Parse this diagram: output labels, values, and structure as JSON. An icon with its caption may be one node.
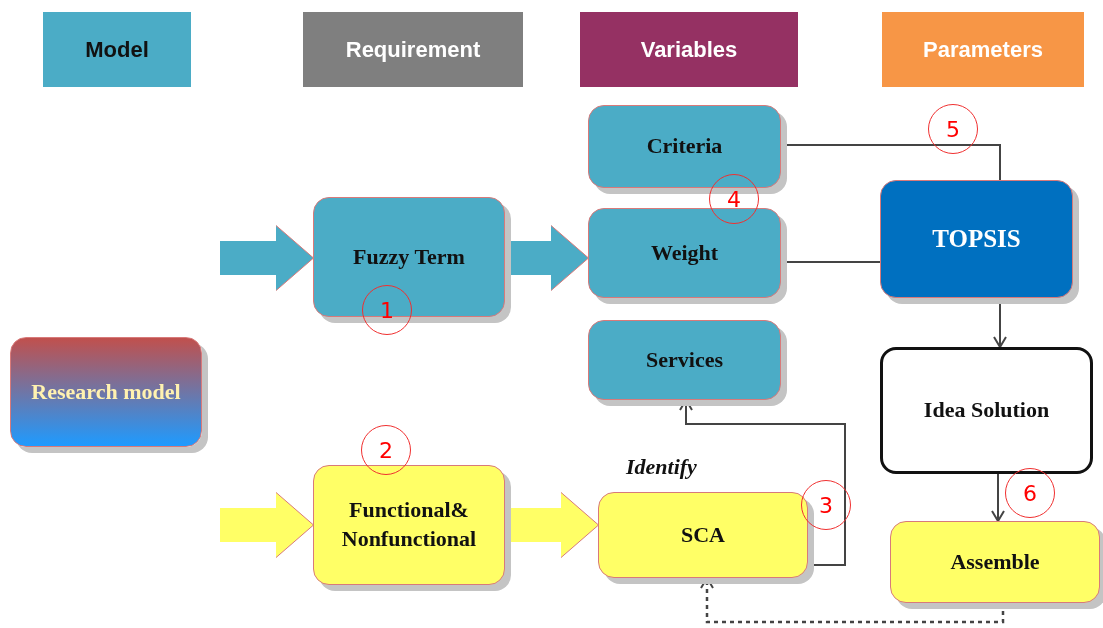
{
  "diagram": {
    "nodes": [
      {
        "text": [
          "Model"
        ]
      },
      {
        "text": [
          "Requirement"
        ]
      },
      {
        "text": [
          "Variables"
        ]
      },
      {
        "text": [
          "Parameters"
        ]
      },
      {
        "text": [
          "Research model"
        ]
      },
      {
        "text": [
          "Fuzzy Term"
        ]
      },
      {
        "text": [
          "Criteria"
        ]
      },
      {
        "text": [
          "Weight"
        ]
      },
      {
        "text": [
          "Services"
        ]
      },
      {
        "text": [
          "TOPSIS"
        ]
      },
      {
        "text": [
          "Idea Solution"
        ]
      },
      {
        "text": [
          "Functional& Nonfunctional"
        ]
      },
      {
        "text": [
          "SCA"
        ],
        "beside": [
          "Identify"
        ]
      },
      {
        "text": [
          "Assemble"
        ]
      }
    ],
    "edges": [
      {
        "from": null,
        "to": 5,
        "arrow": "to",
        "style": "thick",
        "color": "#4bacc6"
      },
      {
        "from": 5,
        "to": 7,
        "arrow": "to",
        "style": "thick",
        "color": "#4bacc6"
      },
      {
        "from": null,
        "to": 11,
        "arrow": "to",
        "style": "thick",
        "color": "#ffff66"
      },
      {
        "from": 11,
        "to": 12,
        "arrow": "to",
        "style": "thick",
        "color": "#ffff66"
      },
      {
        "from": 6,
        "to": 9,
        "arrow": "none"
      },
      {
        "from": 7,
        "to": 9,
        "arrow": "none"
      },
      {
        "from": 9,
        "to": 10,
        "arrow": "to"
      },
      {
        "from": 10,
        "to": 13,
        "arrow": "to"
      },
      {
        "from": 12,
        "to": 8,
        "arrow": "to"
      },
      {
        "from": 13,
        "to": 12,
        "arrow": "to",
        "style": "dashed"
      }
    ],
    "labels": [
      "5",
      "4",
      "1",
      "2",
      "3",
      "6"
    ]
  }
}
